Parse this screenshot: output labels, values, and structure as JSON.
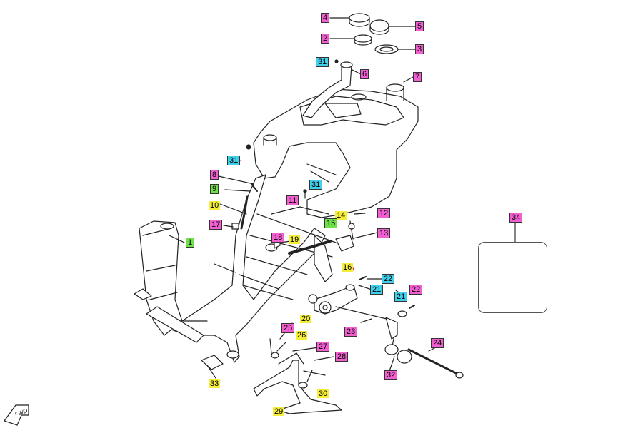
{
  "diagram": {
    "callouts": [
      {
        "id": "c4",
        "text": "4",
        "style": "pink"
      },
      {
        "id": "c5",
        "text": "5",
        "style": "pink"
      },
      {
        "id": "c2",
        "text": "2",
        "style": "pink"
      },
      {
        "id": "c3",
        "text": "3",
        "style": "pink"
      },
      {
        "id": "c31a",
        "text": "31",
        "style": "cyan"
      },
      {
        "id": "c6",
        "text": "6",
        "style": "pink"
      },
      {
        "id": "c7",
        "text": "7",
        "style": "pink"
      },
      {
        "id": "c31b",
        "text": "31",
        "style": "cyan"
      },
      {
        "id": "c8",
        "text": "8",
        "style": "pink"
      },
      {
        "id": "c31c",
        "text": "31",
        "style": "cyan"
      },
      {
        "id": "c9",
        "text": "9",
        "style": "green"
      },
      {
        "id": "c11",
        "text": "11",
        "style": "pink"
      },
      {
        "id": "c10",
        "text": "10",
        "style": "plain-yellow"
      },
      {
        "id": "c14",
        "text": "14",
        "style": "plain-yellow"
      },
      {
        "id": "c12",
        "text": "12",
        "style": "pink"
      },
      {
        "id": "c17",
        "text": "17",
        "style": "pink"
      },
      {
        "id": "c15",
        "text": "15",
        "style": "green"
      },
      {
        "id": "c13",
        "text": "13",
        "style": "pink"
      },
      {
        "id": "c1",
        "text": "1",
        "style": "green"
      },
      {
        "id": "c18",
        "text": "18",
        "style": "pink"
      },
      {
        "id": "c19",
        "text": "19",
        "style": "plain-yellow"
      },
      {
        "id": "c16",
        "text": "16",
        "style": "plain-yellow"
      },
      {
        "id": "c22a",
        "text": "22",
        "style": "cyan"
      },
      {
        "id": "c21a",
        "text": "21",
        "style": "cyan"
      },
      {
        "id": "c21b",
        "text": "21",
        "style": "cyan"
      },
      {
        "id": "c22b",
        "text": "22",
        "style": "pink"
      },
      {
        "id": "c20",
        "text": "20",
        "style": "plain-yellow"
      },
      {
        "id": "c23",
        "text": "23",
        "style": "pink"
      },
      {
        "id": "c25",
        "text": "25",
        "style": "pink"
      },
      {
        "id": "c26",
        "text": "26",
        "style": "plain-yellow"
      },
      {
        "id": "c24",
        "text": "24",
        "style": "pink"
      },
      {
        "id": "c27",
        "text": "27",
        "style": "pink"
      },
      {
        "id": "c28",
        "text": "28",
        "style": "pink"
      },
      {
        "id": "c32",
        "text": "32",
        "style": "pink"
      },
      {
        "id": "c33",
        "text": "33",
        "style": "plain-yellow"
      },
      {
        "id": "c30",
        "text": "30",
        "style": "plain-yellow"
      },
      {
        "id": "c29",
        "text": "29",
        "style": "plain-yellow"
      },
      {
        "id": "c34",
        "text": "34",
        "style": "pink"
      }
    ],
    "fwd_label": "FWD",
    "colors": {
      "pink": "#f25fd0",
      "yellow": "#f4ee3a",
      "cyan": "#41d0ec",
      "green": "#6fe04a",
      "line": "#222222"
    }
  }
}
